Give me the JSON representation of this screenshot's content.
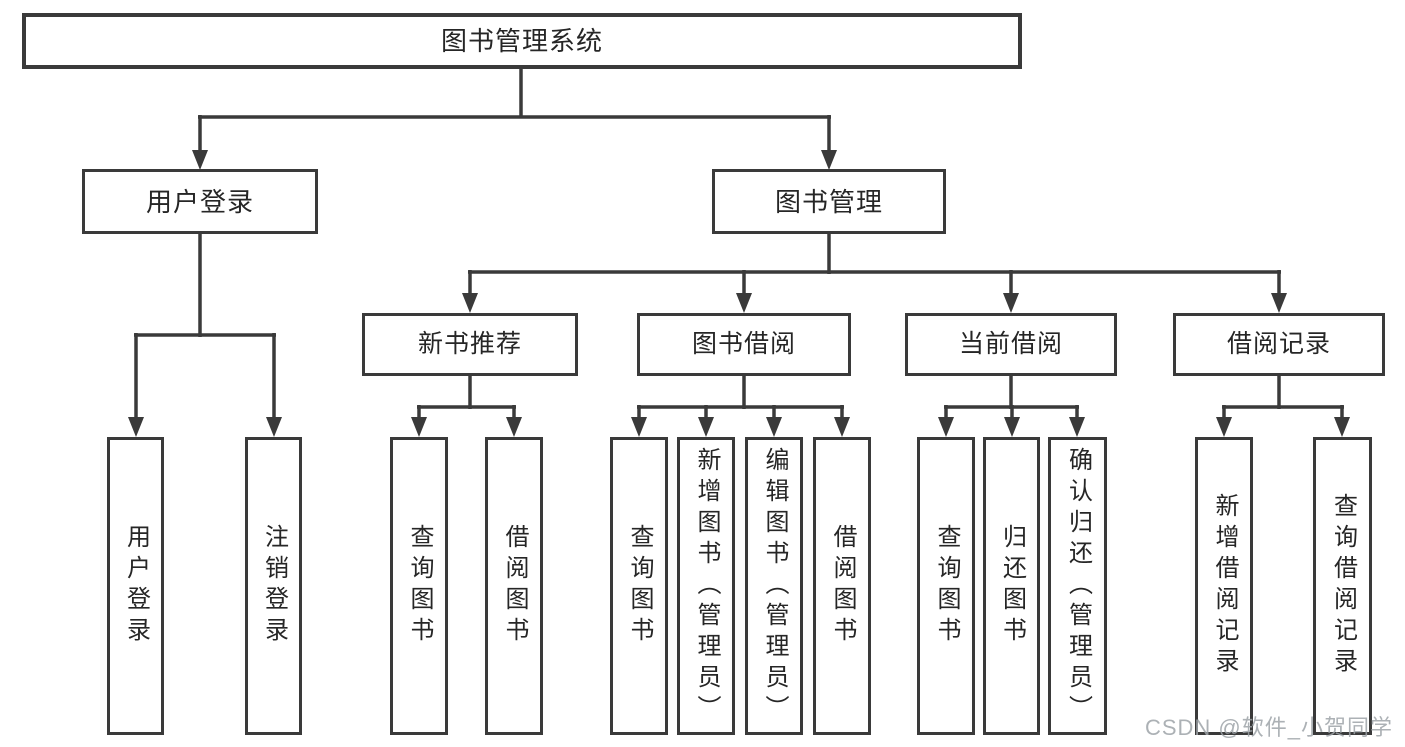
{
  "diagram": {
    "root": {
      "label": "图书管理系统",
      "children": [
        {
          "label": "用户登录",
          "children": [
            {
              "label": "用户登录"
            },
            {
              "label": "注销登录"
            }
          ]
        },
        {
          "label": "图书管理",
          "children": [
            {
              "label": "新书推荐",
              "children": [
                {
                  "label": "查询图书"
                },
                {
                  "label": "借阅图书"
                }
              ]
            },
            {
              "label": "图书借阅",
              "children": [
                {
                  "label": "查询图书"
                },
                {
                  "label": "新增图书（管理员）"
                },
                {
                  "label": "编辑图书（管理员）"
                },
                {
                  "label": "借阅图书"
                }
              ]
            },
            {
              "label": "当前借阅",
              "children": [
                {
                  "label": "查询图书"
                },
                {
                  "label": "归还图书"
                },
                {
                  "label": "确认归还（管理员）"
                }
              ]
            },
            {
              "label": "借阅记录",
              "children": [
                {
                  "label": "新增借阅记录"
                },
                {
                  "label": "查询借阅记录"
                }
              ]
            }
          ]
        }
      ]
    }
  },
  "watermark": {
    "text": "CSDN @软件_小贺同学"
  },
  "colors": {
    "line": "#3a3a3a",
    "text": "#262626",
    "box_background": "#ffffff",
    "watermark": "#9ea3a8"
  }
}
